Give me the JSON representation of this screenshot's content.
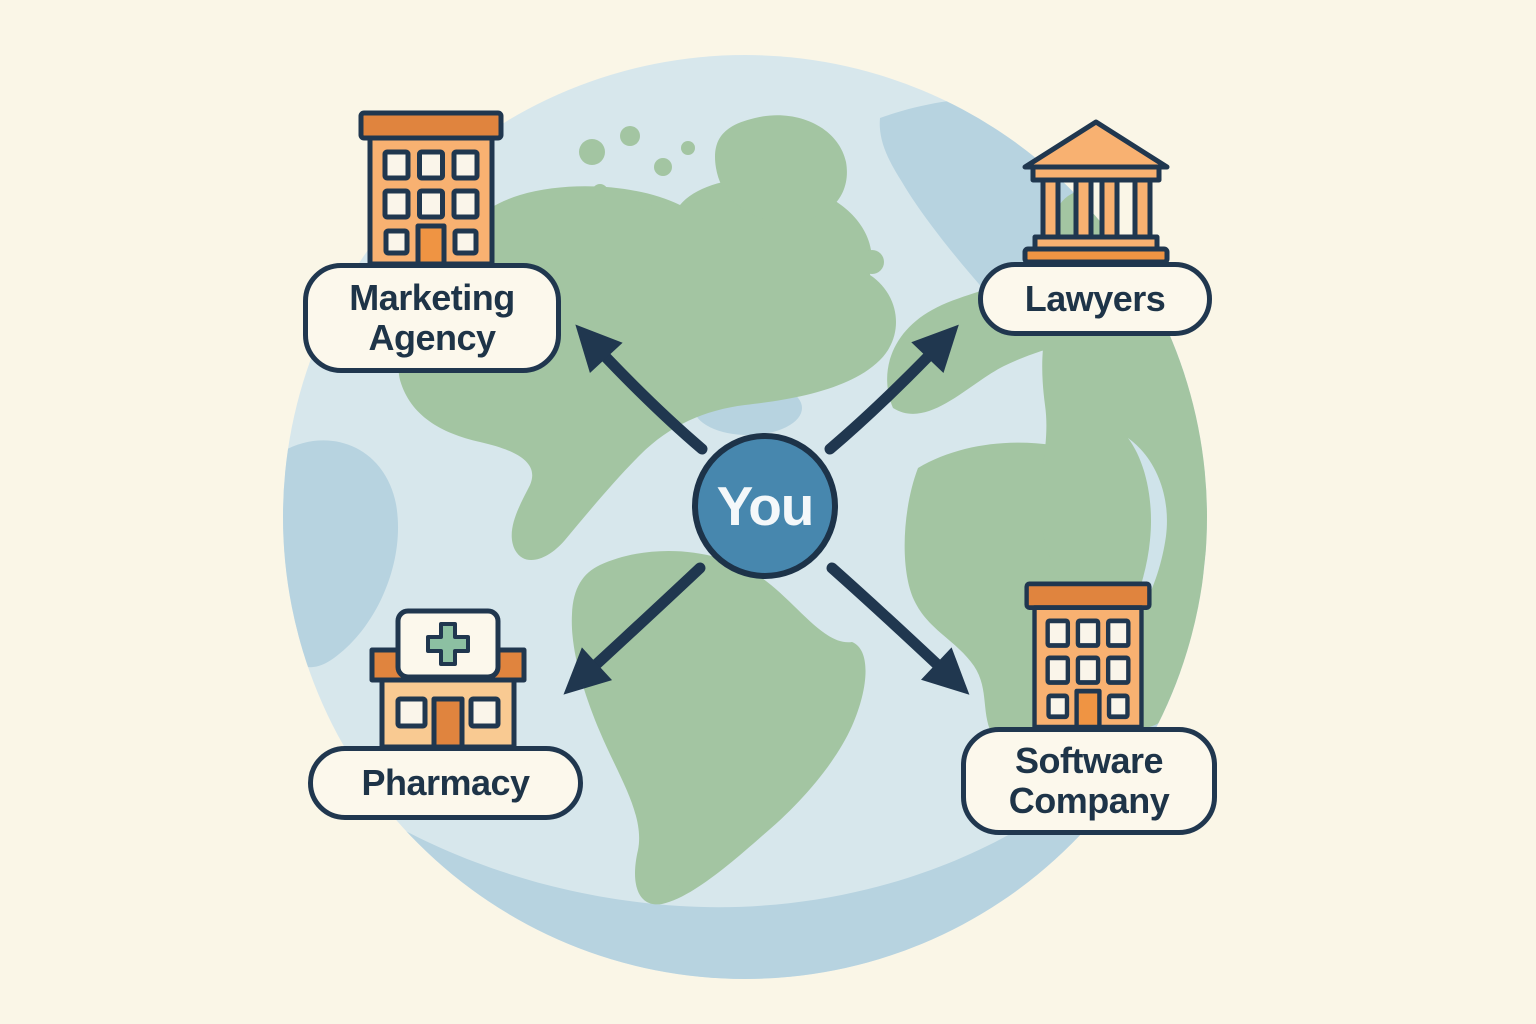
{
  "diagram": {
    "center": {
      "label": "You"
    },
    "nodes": [
      {
        "id": "marketing-agency",
        "label": "Marketing Agency",
        "icon": "office-building-icon",
        "position": "top-left"
      },
      {
        "id": "lawyers",
        "label": "Lawyers",
        "icon": "courthouse-icon",
        "position": "top-right"
      },
      {
        "id": "pharmacy",
        "label": "Pharmacy",
        "icon": "pharmacy-building-icon",
        "position": "bottom-left"
      },
      {
        "id": "software-company",
        "label": "Software Company",
        "icon": "office-building-icon",
        "position": "bottom-right"
      }
    ],
    "colors": {
      "background_cream": "#faf6e7",
      "ocean_light": "#d7e7ec",
      "ocean_shade": "#b7d3e0",
      "land_green": "#a3c5a2",
      "outline_navy": "#20374f",
      "center_teal": "#4787ae",
      "building_orange": "#f8b171",
      "building_orange_dark": "#e0843e",
      "building_door_orange": "#ef9443",
      "pharmacy_body_orange": "#f9ca92",
      "cross_green": "#8cc0a2",
      "label_cream": "#fcf8ec"
    }
  }
}
